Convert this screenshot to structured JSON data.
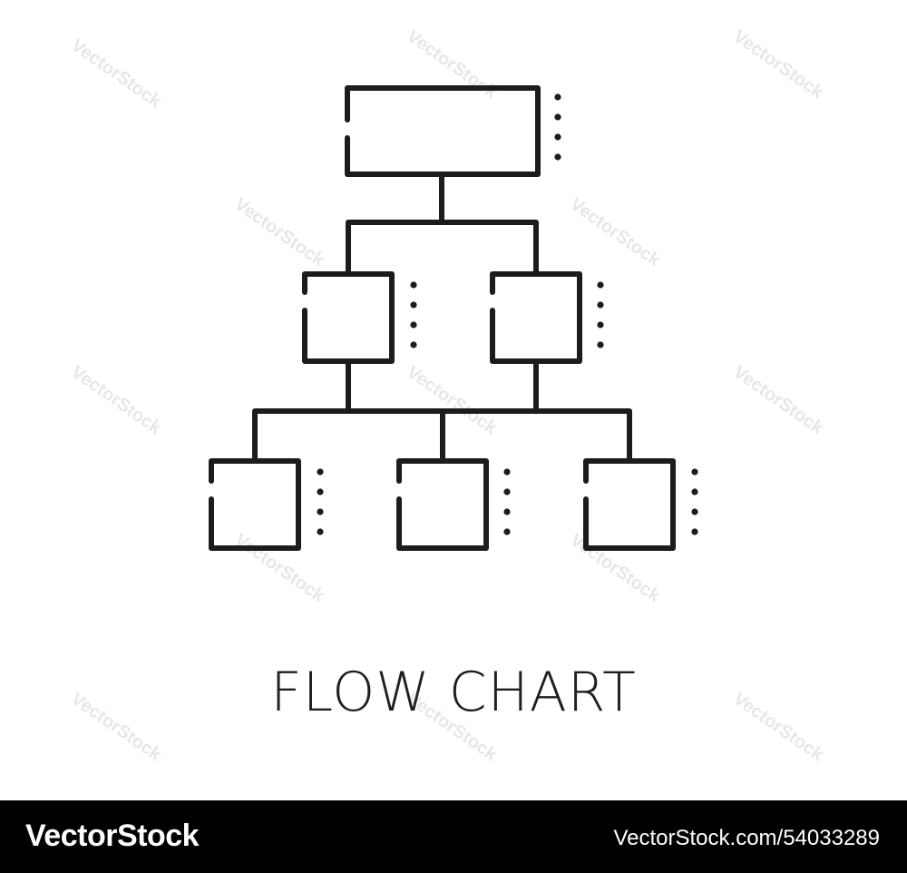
{
  "title": "FLOW CHART",
  "watermark_text": "VectorStock",
  "footer": {
    "brand": "VectorStock",
    "image_id": "VectorStock.com/54033289"
  },
  "colors": {
    "stroke": "#1c1c1c",
    "background": "#ffffff",
    "footer_bg": "#000000",
    "footer_text": "#ffffff"
  },
  "diagram": {
    "nodes": [
      {
        "id": "top",
        "shape": "rectangle"
      },
      {
        "id": "mid-left",
        "shape": "square"
      },
      {
        "id": "mid-right",
        "shape": "square"
      },
      {
        "id": "bottom-left",
        "shape": "square"
      },
      {
        "id": "bottom-center",
        "shape": "square"
      },
      {
        "id": "bottom-right",
        "shape": "square"
      }
    ],
    "edges": [
      {
        "from": "top",
        "to": "mid-left"
      },
      {
        "from": "top",
        "to": "mid-right"
      },
      {
        "from": "mid-left",
        "to": "bottom-left"
      },
      {
        "from": "mid-left",
        "to": "bottom-center"
      },
      {
        "from": "mid-left",
        "to": "bottom-right"
      },
      {
        "from": "mid-right",
        "to": "bottom-left"
      },
      {
        "from": "mid-right",
        "to": "bottom-center"
      },
      {
        "from": "mid-right",
        "to": "bottom-right"
      }
    ]
  }
}
